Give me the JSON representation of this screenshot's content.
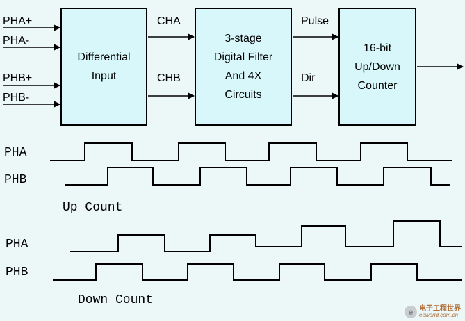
{
  "inputs": {
    "pha_plus": "PHA+",
    "pha_minus": "PHA-",
    "phb_plus": "PHB+",
    "phb_minus": "PHB-"
  },
  "blocks": {
    "differential": [
      "Differential",
      "Input"
    ],
    "filter": [
      "3-stage",
      "Digital Filter",
      "And 4X",
      "Circuits"
    ],
    "counter": [
      "16-bit",
      "Up/Down",
      "Counter"
    ]
  },
  "signals": {
    "cha": "CHA",
    "chb": "CHB",
    "pulse": "Pulse",
    "dir": "Dir"
  },
  "up_count": {
    "pha": "PHA",
    "phb": "PHB",
    "title": "Up Count"
  },
  "down_count": {
    "pha": "PHA",
    "phb": "PHB",
    "title": "Down Count"
  },
  "watermark": {
    "site": "eeworld.com.cn",
    "brand": "电子工程世界"
  },
  "colors": {
    "background": "#ecf8f8",
    "block_fill": "#d8f7fb",
    "line": "#000000"
  }
}
